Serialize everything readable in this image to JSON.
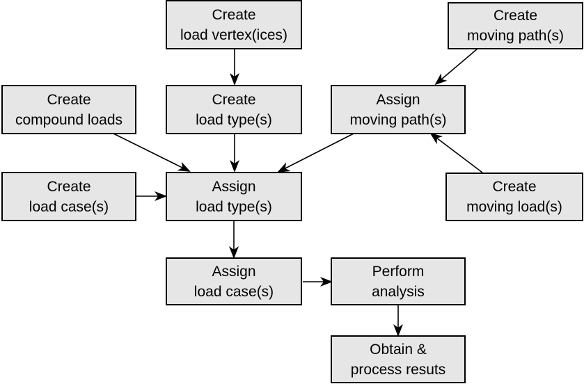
{
  "nodes": {
    "create_load_vertices": {
      "line1": "Create",
      "line2": "load vertex(ices)"
    },
    "create_moving_paths": {
      "line1": "Create",
      "line2": "moving path(s)"
    },
    "create_compound_loads": {
      "line1": "Create",
      "line2": "compound loads"
    },
    "create_load_types": {
      "line1": "Create",
      "line2": "load type(s)"
    },
    "assign_moving_paths": {
      "line1": "Assign",
      "line2": "moving path(s)"
    },
    "create_load_cases": {
      "line1": "Create",
      "line2": "load case(s)"
    },
    "assign_load_types": {
      "line1": "Assign",
      "line2": "load type(s)"
    },
    "create_moving_loads": {
      "line1": "Create",
      "line2": "moving load(s)"
    },
    "assign_load_cases": {
      "line1": "Assign",
      "line2": "load case(s)"
    },
    "perform_analysis": {
      "line1": "Perform",
      "line2": "analysis"
    },
    "obtain_results": {
      "line1": "Obtain &",
      "line2": "process resuts"
    }
  },
  "colors": {
    "node_fill": "#e6e6e6",
    "stroke": "#000000"
  }
}
